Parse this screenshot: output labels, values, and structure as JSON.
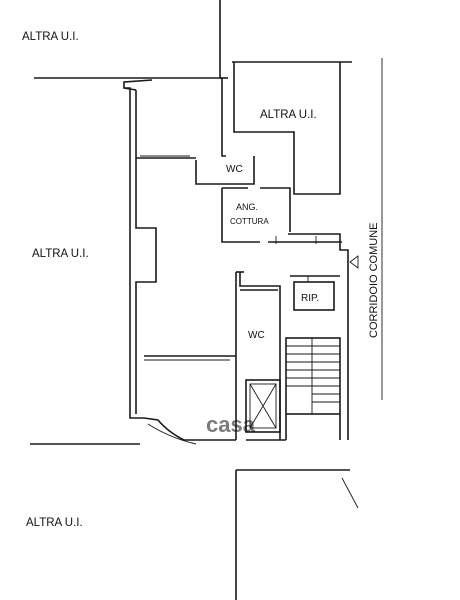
{
  "plan": {
    "labels": {
      "altra_top_left": "ALTRA U.I.",
      "altra_top_right": "ALTRA U.I.",
      "altra_left": "ALTRA U.I.",
      "altra_bottom": "ALTRA U.I.",
      "wc_upper": "WC",
      "ang_line1": "ANG.",
      "ang_line2": "COTTURA",
      "rip": "RIP.",
      "wc_lower": "WC",
      "corridoio": "CORRIDOIO COMUNE"
    },
    "watermark": "casa"
  }
}
